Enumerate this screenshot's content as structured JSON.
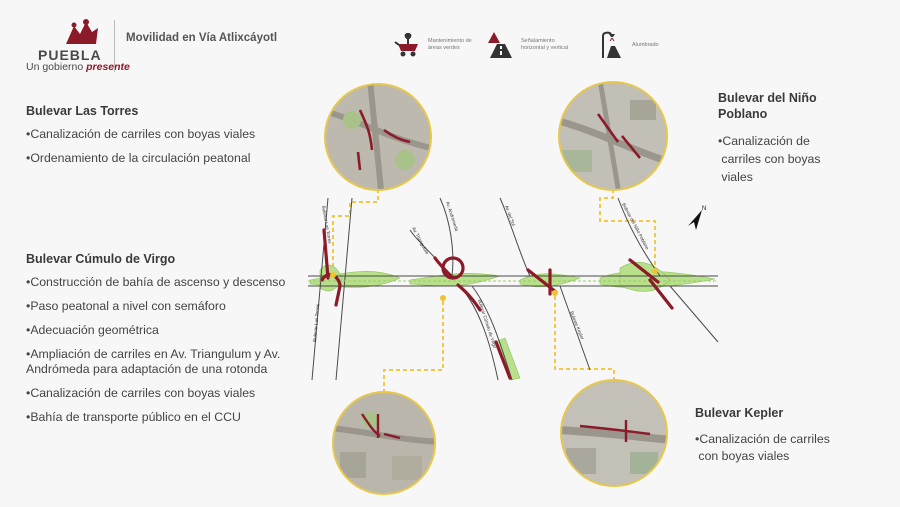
{
  "header": {
    "logo_word": "PUEBLA",
    "logo_tag_plain": "Un gobierno ",
    "logo_tag_accent": "presente",
    "title": "Movilidad en Vía Atlixcáyotl"
  },
  "legend": [
    {
      "icon": "wheelbarrow-plant-icon",
      "label": "Mantenimiento de áreas verdes"
    },
    {
      "icon": "road-marking-icon",
      "label": "Señalamiento horizontal y vertical"
    },
    {
      "icon": "streetlight-icon",
      "label": "Alumbrado"
    }
  ],
  "sections": {
    "torres": {
      "title": "Bulevar Las Torres",
      "items": [
        "Canalización de carriles con boyas viales",
        "Ordenamiento de la circulación peatonal"
      ]
    },
    "nino": {
      "title_l1": "Bulevar del Niño",
      "title_l2": "Poblano",
      "items_l1": "Canalización de",
      "items_l2": "carriles con boyas",
      "items_l3": "viales"
    },
    "cumulo": {
      "title": "Bulevar Cúmulo  de Virgo",
      "items": [
        "Construcción de bahía de ascenso  y descenso",
        "Paso peatonal a nivel con semáforo",
        "Adecuación geométrica",
        "Ampliación de carriles en Av. Triangulum y Av. Andrómeda para adaptación de una rotonda",
        "Canalización de carriles con boyas viales",
        "Bahía de transporte público en el CCU"
      ]
    },
    "kepler": {
      "title": "Bulevar Kepler",
      "items_l1": "Canalización de carriles",
      "items_l2": "con boyas viales"
    }
  },
  "map_labels": {
    "torres_a": "Bulevar Las Torres",
    "torres_b": "Bulevar Las Torres",
    "triangulum": "Av. Triangulum",
    "andromeda": "Av. Andrómeda",
    "delsol": "Av. del Sol",
    "cumulo": "Bulevar Cúmulo de Virgo",
    "kepler": "Bulevar Kepler",
    "nino": "Bulevar del Niño Poblano",
    "north": "N"
  },
  "colors": {
    "accent_red": "#8c1b2a",
    "green_area": "#b8e08a",
    "callout_yellow": "#f2c230",
    "photo_ring": "#e8c84a"
  }
}
